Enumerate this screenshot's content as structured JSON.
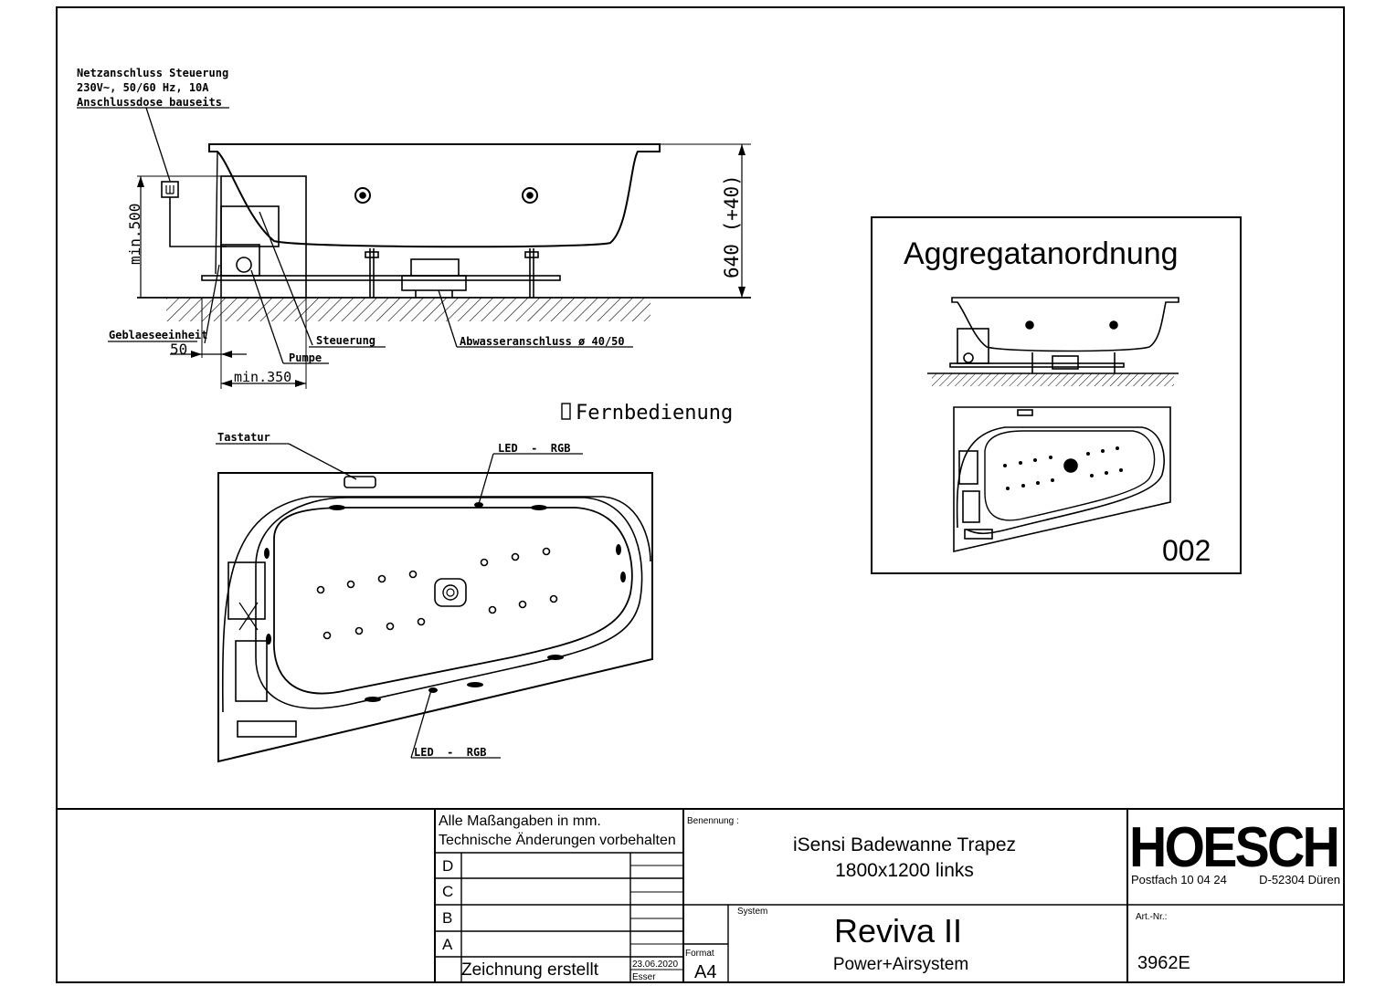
{
  "labels": {
    "power_title": "Netzanschluss Steuerung",
    "power_spec": "230V~, 50/60 Hz, 10A",
    "power_box": "Anschlussdose bauseits",
    "blower": "Geblaeseeinheit",
    "dim_50": "50",
    "pump": "Pumpe",
    "control": "Steuerung",
    "drain": "Abwasseranschluss ø 40/50",
    "min_350": "min.350",
    "min_500": "min.500",
    "height": "640 (+40)",
    "remote": "Fernbedienung",
    "keypad": "Tastatur",
    "led_top": "LED  -  RGB",
    "led_bottom": "LED  -  RGB"
  },
  "inset": {
    "title": "Aggregatanordnung",
    "code": "002"
  },
  "titleblock": {
    "note1": "Alle Maßangaben in mm.",
    "note2": "Technische Änderungen vorbehalten",
    "revisions": [
      "D",
      "C",
      "B",
      "A"
    ],
    "drawing_created": "Zeichnung erstellt",
    "date": "23.06.2020",
    "author": "Esser",
    "format_label": "Format",
    "format_value": "A4",
    "name_label": "Benennung :",
    "name_line1": "iSensi Badewanne Trapez",
    "name_line2": "1800x1200 links",
    "system_label": "System",
    "system_name": "Reviva II",
    "system_sub": "Power+Airsystem",
    "brand": "HOESCH",
    "address_left": "Postfach 10 04 24",
    "address_right": "D-52304 Düren",
    "art_label": "Art.-Nr.:",
    "art_value": "3962E"
  }
}
